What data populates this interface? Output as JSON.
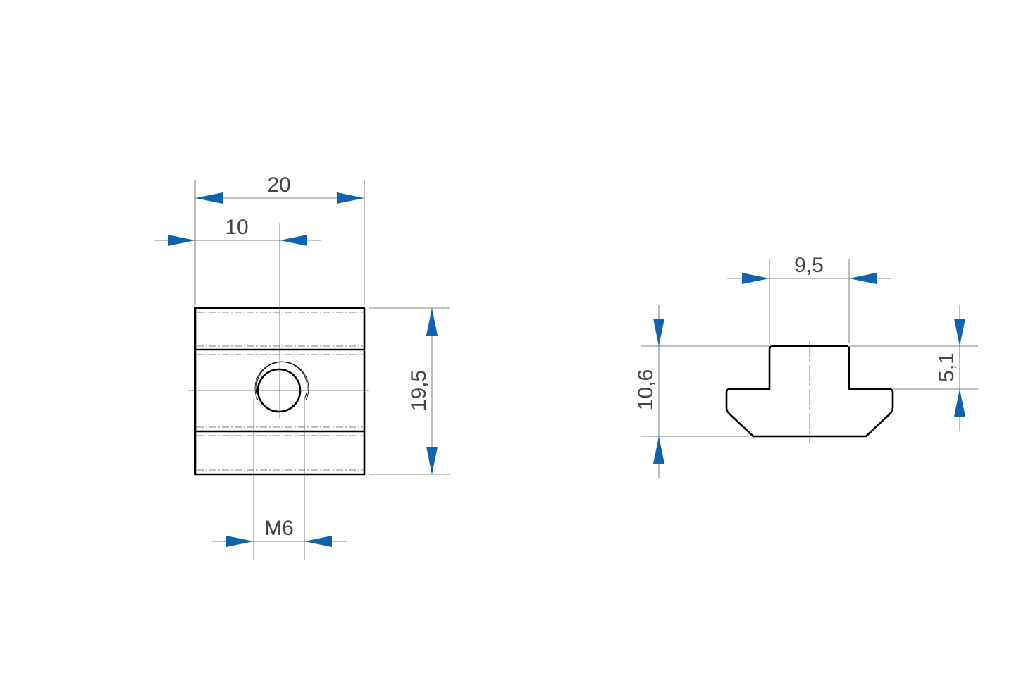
{
  "drawing": {
    "arrow_color": "#0E63B0",
    "line_color": "#000000",
    "views": [
      {
        "name": "front-view",
        "dimensions": [
          {
            "id": "width",
            "label": "20"
          },
          {
            "id": "hole-offset",
            "label": "10"
          },
          {
            "id": "height",
            "label": "19,5"
          },
          {
            "id": "thread",
            "label": "M6"
          }
        ]
      },
      {
        "name": "side-profile-view",
        "dimensions": [
          {
            "id": "neck-width",
            "label": "9,5"
          },
          {
            "id": "total-height",
            "label": "10,6"
          },
          {
            "id": "neck-height",
            "label": "5,1"
          }
        ]
      }
    ]
  }
}
